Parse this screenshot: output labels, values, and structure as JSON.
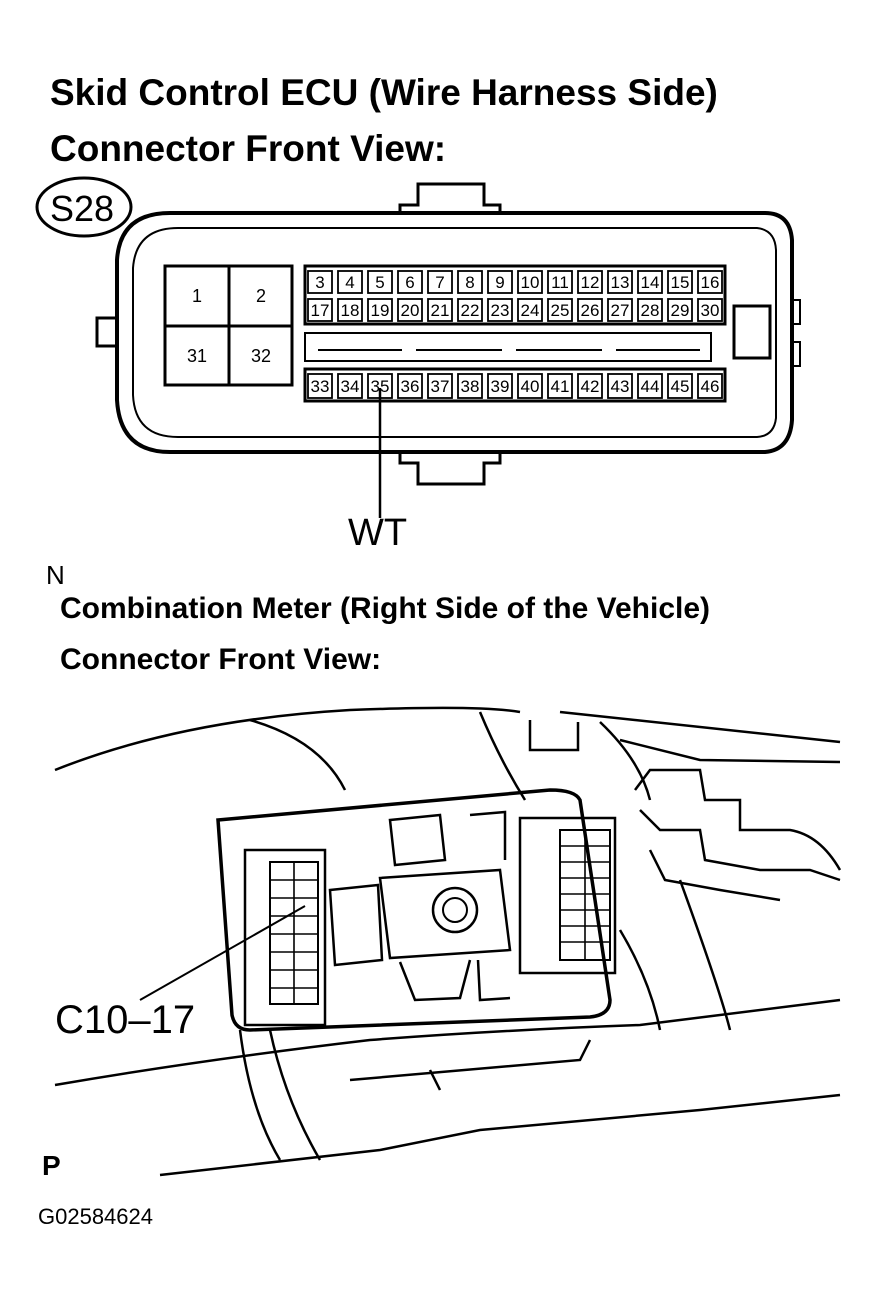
{
  "section1": {
    "title_line1": "Skid Control ECU (Wire Harness Side)",
    "title_line2": "Connector Front View:",
    "connector_id": "S28",
    "large_pins": [
      "1",
      "2",
      "31",
      "32"
    ],
    "pin_row1": [
      "3",
      "4",
      "5",
      "6",
      "7",
      "8",
      "9",
      "10",
      "11",
      "12",
      "13",
      "14",
      "15",
      "16"
    ],
    "pin_row2": [
      "17",
      "18",
      "19",
      "20",
      "21",
      "22",
      "23",
      "24",
      "25",
      "26",
      "27",
      "28",
      "29",
      "30"
    ],
    "pin_row3": [
      "33",
      "34",
      "35",
      "36",
      "37",
      "38",
      "39",
      "40",
      "41",
      "42",
      "43",
      "44",
      "45",
      "46"
    ],
    "wire_label": "WT"
  },
  "marker_n": "N",
  "section2": {
    "title_line1": "Combination Meter (Right Side of the Vehicle)",
    "title_line2": "Connector Front View:",
    "callout": "C10–17"
  },
  "marker_p": "P",
  "figure_code": "G02584624"
}
